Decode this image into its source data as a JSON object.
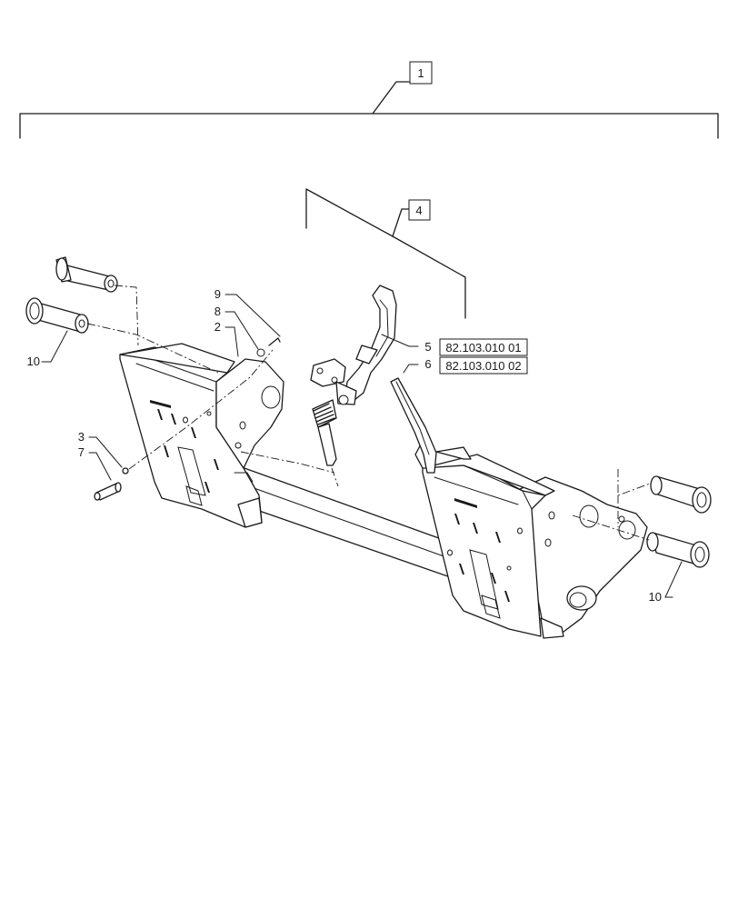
{
  "callouts": {
    "c1": "1",
    "c2": "2",
    "c3": "3",
    "c4": "4",
    "c5": "5",
    "c6": "6",
    "c7": "7",
    "c8": "8",
    "c9": "9",
    "c10_left": "10",
    "c10_right": "10"
  },
  "references": {
    "ref5": "82.103.010 01",
    "ref6": "82.103.010 02"
  }
}
